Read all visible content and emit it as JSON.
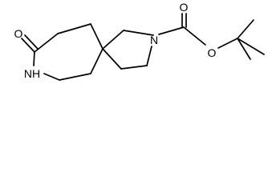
{
  "atoms": {
    "carbonyl_oxygen_ring": "O",
    "amide_nitrogen": "NH",
    "pyrrolidine_nitrogen": "N",
    "carbamate_carbonyl_oxygen": "O",
    "carbamate_ester_oxygen": "O"
  }
}
